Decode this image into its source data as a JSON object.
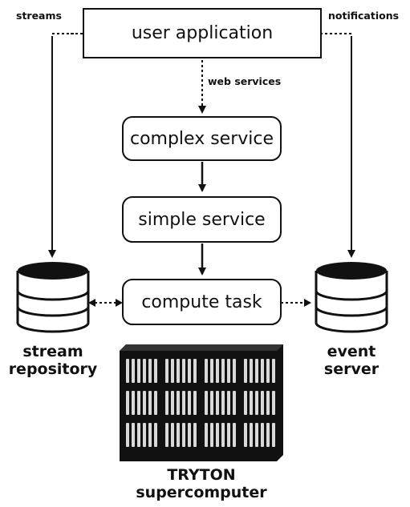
{
  "labels": {
    "streams": "streams",
    "notifications": "notifications",
    "web_services": "web services"
  },
  "nodes": {
    "user_application": "user application",
    "complex_service": "complex service",
    "simple_service": "simple service",
    "compute_task": "compute task"
  },
  "stores": {
    "stream_repository": {
      "line1": "stream",
      "line2": "repository"
    },
    "event_server": {
      "line1": "event",
      "line2": "server"
    }
  },
  "supercomputer": {
    "line1": "TRYTON",
    "line2": "supercomputer"
  },
  "colors": {
    "ink": "#111111",
    "background": "#ffffff",
    "slot": "#d9d9d9"
  }
}
